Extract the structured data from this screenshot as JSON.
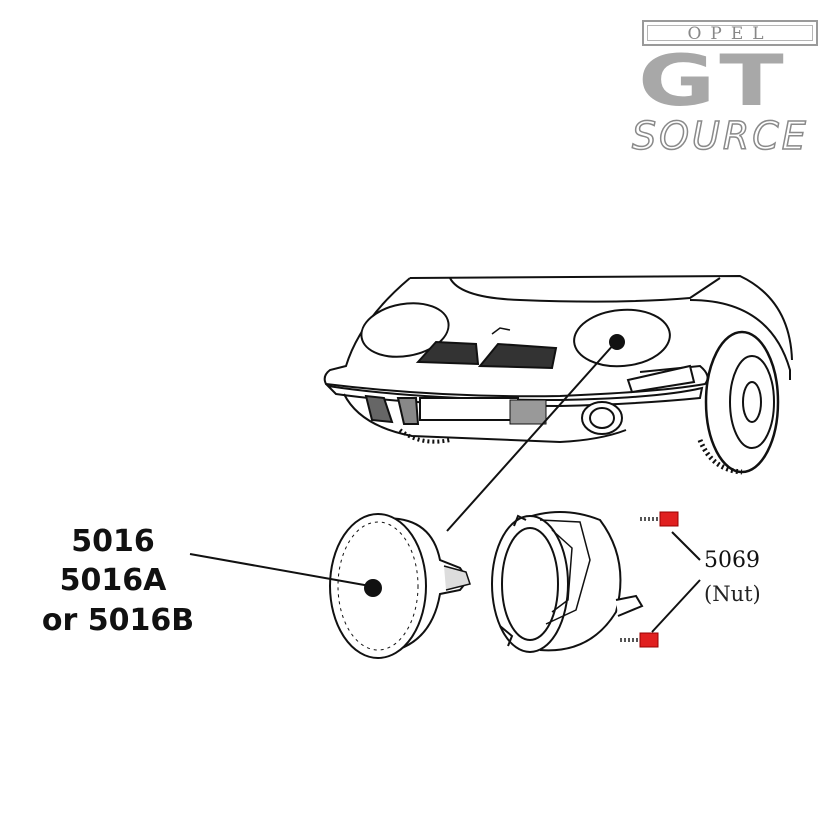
{
  "logo": {
    "line1": "OPEL",
    "line2": "GT",
    "line3": "SOURCE"
  },
  "parts": {
    "headlamp": [
      "5016",
      "5016A",
      "or 5016B"
    ],
    "nut_number": "5069",
    "nut_label": "(Nut)"
  },
  "colors": {
    "ink": "#111111",
    "logo_gray": "#a8a8a8",
    "nut_highlight": "#e02020"
  }
}
